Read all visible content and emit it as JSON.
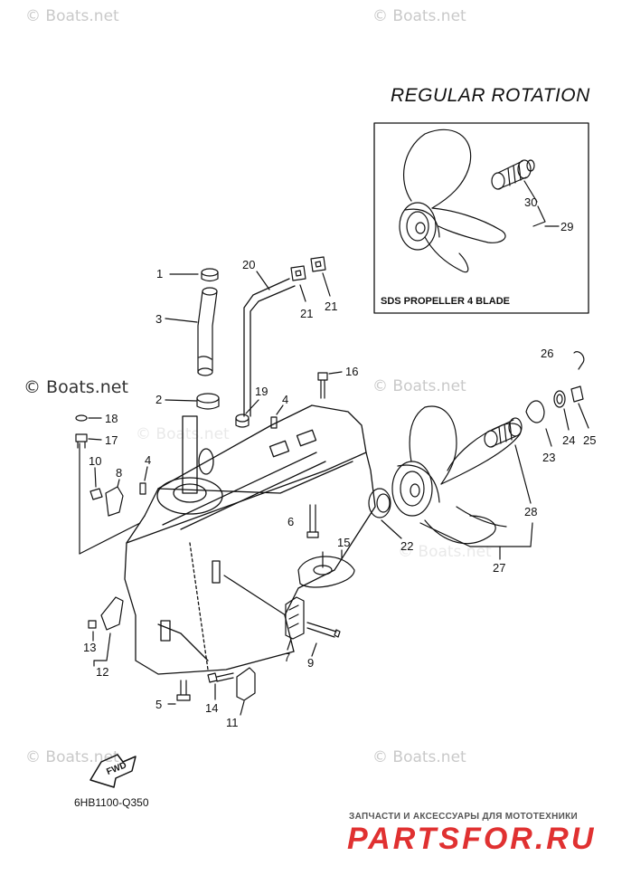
{
  "watermarks": [
    {
      "text": "© Boats.net",
      "style": "light"
    },
    {
      "text": "© Boats.net",
      "style": "light"
    },
    {
      "text": "© Boats.net",
      "style": "strong"
    },
    {
      "text": "© Boats.net",
      "style": "light"
    },
    {
      "text": "© Boats.net",
      "style": "light"
    },
    {
      "text": "© Boats.net",
      "style": "light"
    },
    {
      "text": "© Boats.net",
      "style": "light"
    },
    {
      "text": "© Boats.net",
      "style": "light"
    }
  ],
  "heading": "REGULAR ROTATION",
  "inset_label": "SDS PROPELLER 4 BLADE",
  "fwd_label": "FWD",
  "diagram_code": "6HB1100-Q350",
  "footer": {
    "tagline": "ЗАПЧАСТИ И АКСЕССУАРЫ ДЛЯ МОТОТЕХНИКИ",
    "brand": "PARTSFOR.RU",
    "brand_color": "#e03131"
  },
  "callouts": {
    "c1": "1",
    "c2": "2",
    "c3": "3",
    "c4a": "4",
    "c4b": "4",
    "c5": "5",
    "c6": "6",
    "c7": "7",
    "c8": "8",
    "c9": "9",
    "c10": "10",
    "c11": "11",
    "c12": "12",
    "c13": "13",
    "c14": "14",
    "c15": "15",
    "c16": "16",
    "c17": "17",
    "c18": "18",
    "c19": "19",
    "c20": "20",
    "c21a": "21",
    "c21b": "21",
    "c22": "22",
    "c23": "23",
    "c24": "24",
    "c25": "25",
    "c26": "26",
    "c27": "27",
    "c28": "28",
    "c29": "29",
    "c30": "30"
  }
}
